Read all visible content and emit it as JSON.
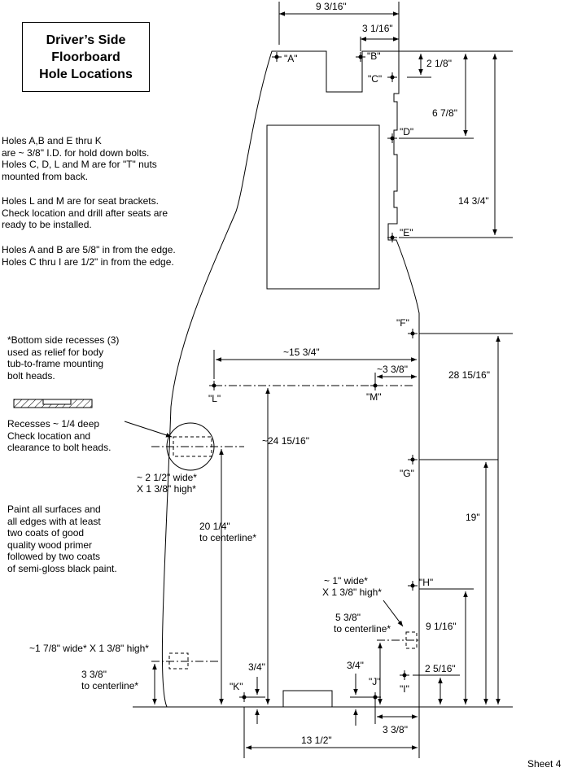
{
  "title": {
    "line1": "Driver’s Side",
    "line2": "Floorboard",
    "line3": "Hole Locations"
  },
  "notes": {
    "holes": [
      "Holes A,B and E thru K",
      "are ~ 3/8\" I.D. for hold down bolts.",
      "Holes C, D, L and M are for \"T\" nuts",
      "mounted from back."
    ],
    "seat": [
      "Holes L and M are for seat brackets.",
      "Check location and drill after seats are",
      "ready to be installed."
    ],
    "edge": [
      "Holes A and B are 5/8\" in from the edge.",
      "Holes C thru I are 1/2\" in from the edge."
    ],
    "recess": [
      "*Bottom side recesses (3)",
      "used as relief for body",
      "tub-to-frame mounting",
      "bolt heads."
    ],
    "depth": [
      "Recesses ~ 1/4 deep",
      "Check location and",
      "clearance to bolt heads."
    ],
    "paint": [
      "Paint all surfaces and",
      "all edges with at least",
      "two coats of good",
      "quality wood primer",
      "followed by two coats",
      "of semi-gloss black paint."
    ]
  },
  "holes": {
    "A": "\"A\"",
    "B": "\"B\"",
    "C": "\"C\"",
    "D": "\"D\"",
    "E": "\"E\"",
    "F": "\"F\"",
    "G": "\"G\"",
    "H": "\"H\"",
    "I": "\"I\"",
    "J": "\"J\"",
    "K": "\"K\"",
    "L": "\"L\"",
    "M": "\"M\""
  },
  "dims": {
    "top_width": "9 3/16\"",
    "top_notch": "3 1/16\"",
    "ab_c": "2 1/8\"",
    "c_d": "6 7/8\"",
    "c_e": "14 3/4\"",
    "lm_width": "~15 3/4\"",
    "m_offset": "~3 3/8\"",
    "f_bottom": "28 15/16\"",
    "lm_bottom": "~24 15/16\"",
    "recess1_size": [
      "~ 2 1/2\" wide*",
      "X 1 3/8\" high*"
    ],
    "recess1_center": [
      "20 1/4\"",
      "to centerline*"
    ],
    "g_bottom": "19\"",
    "recess2_size": [
      "~ 1\" wide*",
      "X 1 3/8\" high*"
    ],
    "recess2_center": [
      "5 3/8\"",
      "to centerline*"
    ],
    "h_bottom": "9 1/16\"",
    "recess3_size": "~1 7/8\" wide* X 1 3/8\" high*",
    "recess3_center": [
      "3 3/8\"",
      "to centerline*"
    ],
    "k_bottom": "3/4\"",
    "j_bottom": "3/4\"",
    "i_bottom": "2 5/16\"",
    "bottom_width": "13 1/2\"",
    "j_right": "3 3/8\""
  },
  "sheet": "Sheet 4"
}
